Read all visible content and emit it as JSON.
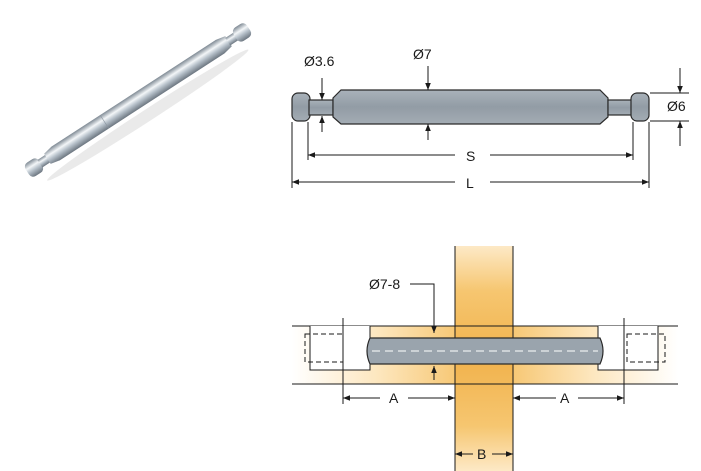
{
  "photo": {
    "name": "double-ended connector bolt"
  },
  "dimensions": {
    "d_small": "Ø3.6",
    "d_middle": "Ø7",
    "d_end": "Ø6",
    "s": "S",
    "l": "L"
  },
  "installation": {
    "bore": "Ø7-8",
    "a_left": "A",
    "a_right": "A",
    "b": "B"
  },
  "colors": {
    "shaft": "#9aa4ad",
    "shaft_outline": "#2a2a2a",
    "wood_center": "#f2b552",
    "wood_edge": "#fff3dc",
    "steel": "#c9d2da"
  }
}
